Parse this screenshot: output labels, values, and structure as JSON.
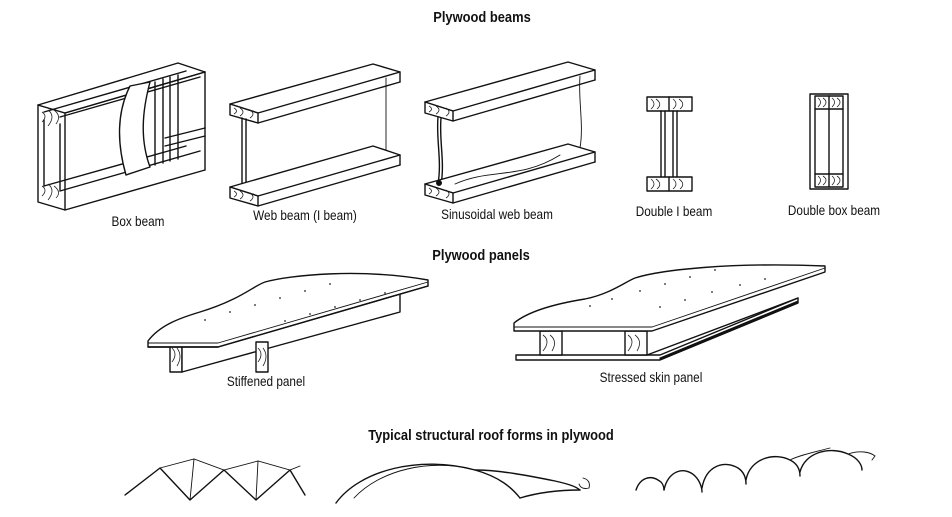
{
  "sections": {
    "beams_title": "Plywood beams",
    "panels_title": "Plywood panels",
    "roofs_title": "Typical structural roof forms in plywood"
  },
  "beams": [
    {
      "id": "box",
      "label": "Box beam"
    },
    {
      "id": "web",
      "label": "Web beam (I beam)"
    },
    {
      "id": "sinusoidal",
      "label": "Sinusoidal web beam"
    },
    {
      "id": "double-i",
      "label": "Double I beam"
    },
    {
      "id": "double-box",
      "label": "Double box beam"
    }
  ],
  "panels": [
    {
      "id": "stiffened",
      "label": "Stiffened panel"
    },
    {
      "id": "stressed-skin",
      "label": "Stressed skin panel"
    }
  ],
  "roof_forms": [
    "folded-plate-roof",
    "barrel-vault-roof",
    "multiple-vault-roof"
  ]
}
